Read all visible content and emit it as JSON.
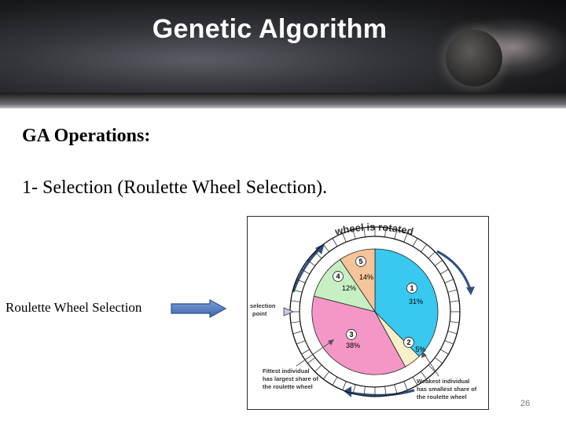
{
  "slide": {
    "title": "Genetic Algorithm",
    "heading": "GA Operations:",
    "point": "1- Selection (Roulette Wheel Selection).",
    "side_label": "Roulette Wheel Selection",
    "page_number": "26"
  },
  "diagram": {
    "top_caption": "wheel is rotated",
    "selection_point_label": [
      "selection",
      "point"
    ],
    "fittest_note": [
      "Fittest individual",
      "has largest share of",
      "the roulette wheel"
    ],
    "weakest_note": [
      "Weakest individual",
      "has smallest share of",
      "the roulette wheel"
    ],
    "colors": {
      "s1": "#38c8f0",
      "s2": "#f6f0c8",
      "s3": "#f597c6",
      "s4": "#c6f0c4",
      "s5": "#f6c49a",
      "arrow": "#2f4f7f"
    },
    "slices": [
      {
        "num": "1",
        "pct": "31%",
        "share": 0.31
      },
      {
        "num": "2",
        "pct": "5%",
        "share": 0.05
      },
      {
        "num": "3",
        "pct": "38%",
        "share": 0.38
      },
      {
        "num": "4",
        "pct": "12%",
        "share": 0.12
      },
      {
        "num": "5",
        "pct": "14%",
        "share": 0.14
      }
    ]
  }
}
